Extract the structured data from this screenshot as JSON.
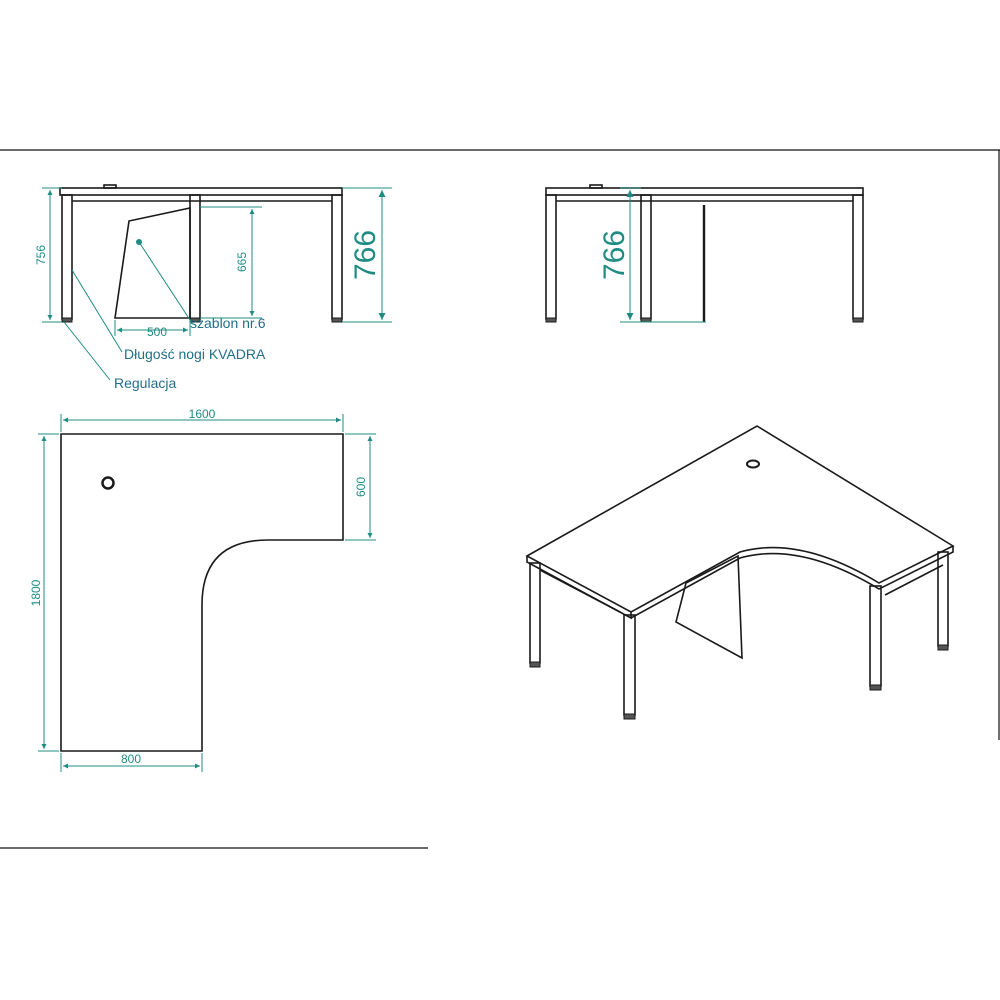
{
  "colors": {
    "line": "#1a1a1a",
    "dimension": "#1f8c84",
    "label": "#1f6f8c"
  },
  "front_view": {
    "height_756": "756",
    "height_665": "665",
    "width_500": "500",
    "height_766": "766"
  },
  "side_view": {
    "height_766": "766"
  },
  "top_view": {
    "width_1600": "1600",
    "width_800": "800",
    "depth_1800": "1800",
    "depth_600": "600"
  },
  "labels": {
    "template": "szablon nr.6",
    "leg_length": "Długość nogi KVADRA",
    "adjustment": "Regulacja"
  }
}
